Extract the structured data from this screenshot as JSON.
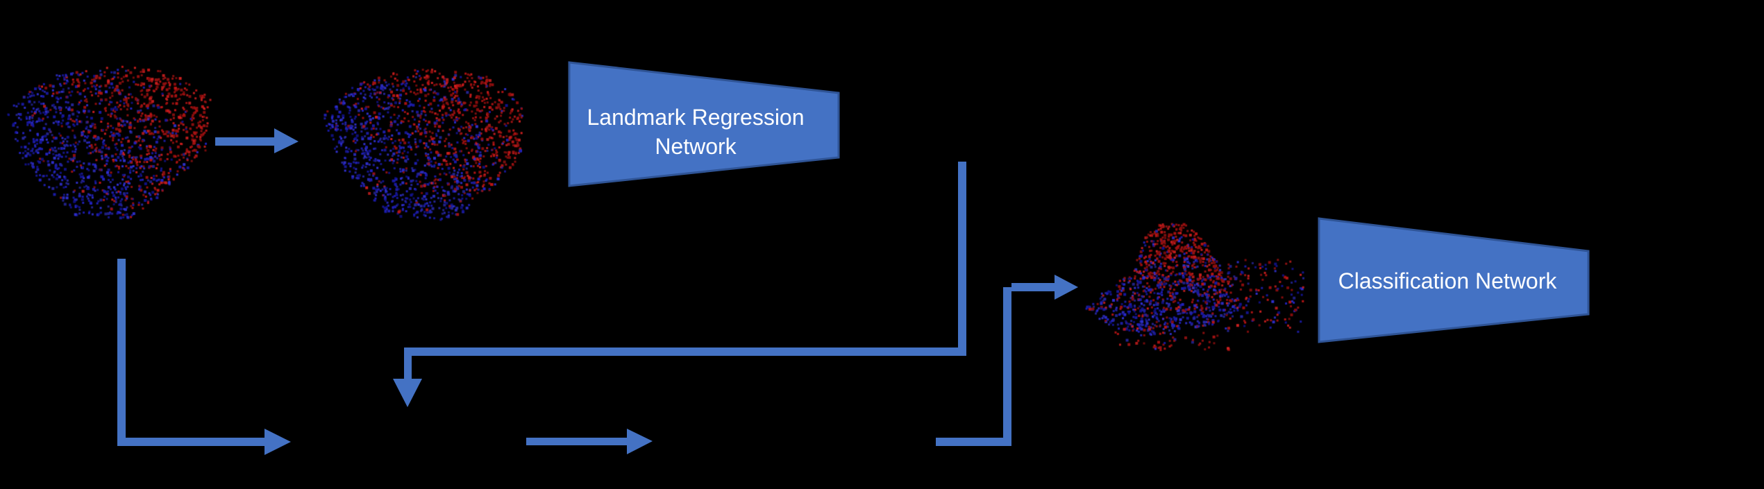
{
  "diagram": {
    "title": "Point cloud landmark regression and classification pipeline",
    "background": "#000000",
    "accent": "#4472C4",
    "accent_border": "#2F5496",
    "text_color": "#FFFFFF",
    "nodes": {
      "landmark_regression": {
        "label_line1": "Landmark Regression",
        "label_line2": "Network",
        "shape": "trapezoid-narrowing-right",
        "fill": "#4472C4",
        "border": "#2F5496"
      },
      "classification": {
        "label": "Classification Network",
        "shape": "trapezoid-narrowing-right",
        "fill": "#4472C4",
        "border": "#2F5496"
      }
    },
    "arrows": {
      "color": "#4472C4",
      "items": [
        "input-to-landmark-arrow",
        "input-down-left-arrow",
        "landmark-output-elbow-arrow",
        "bottom-middle-right-arrow",
        "up-into-aligned-cloud-arrow"
      ]
    },
    "point_clouds": {
      "red_shades": [
        "#a01010",
        "#bb1515",
        "#8a0d0d",
        "#cc1f1f",
        "#961212"
      ],
      "blue_shades": [
        "#1a1aa6",
        "#2222bf",
        "#12128c",
        "#3030cf",
        "#262699"
      ],
      "input_cloud": {
        "name": "input-point-cloud",
        "dots": 1400,
        "seed": 7
      },
      "landmark_cloud": {
        "name": "landmark-point-cloud",
        "dots": 1450,
        "seed": 13
      },
      "aligned_cloud": {
        "name": "aligned-point-cloud",
        "dots": 1050,
        "seed": 21,
        "wing_dots": 150,
        "base_dots": 55
      }
    }
  }
}
